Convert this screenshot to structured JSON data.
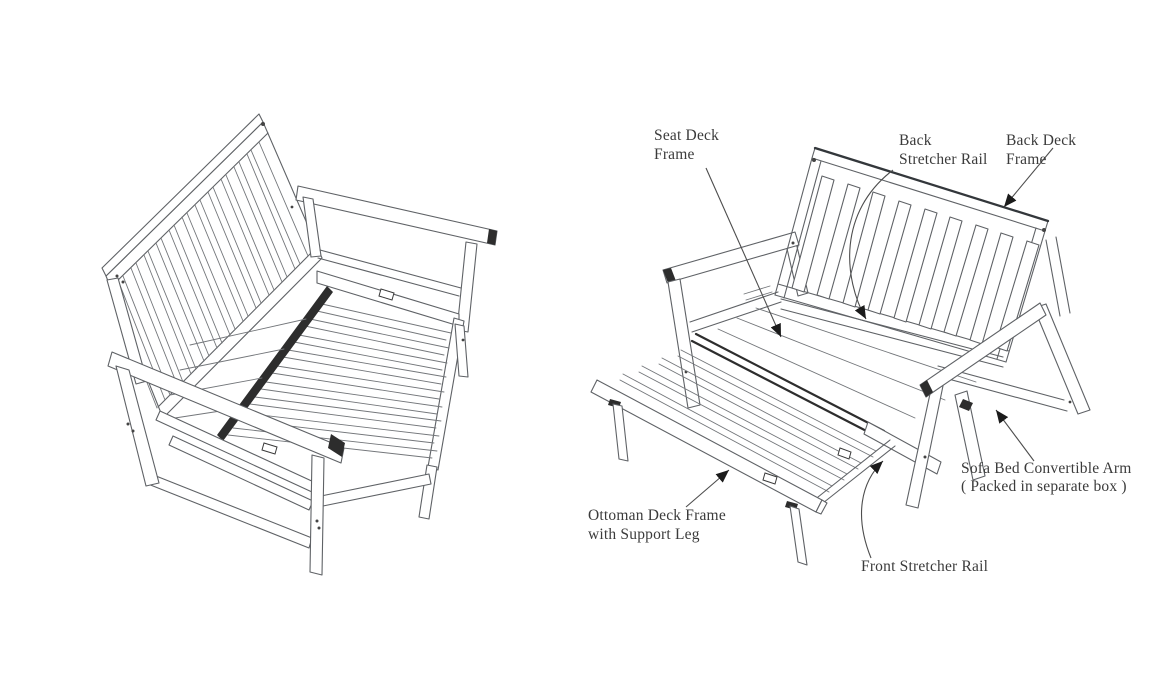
{
  "figure": {
    "subject": "Futon sofa bed frame assembly illustration",
    "background_color": "#ffffff",
    "line_color": "#5f6266",
    "dark_accent_color": "#2d2d2d",
    "text_color": "#3b3b3b",
    "labels": [
      {
        "id": "seat-deck-frame",
        "lines": [
          "Seat Deck",
          "Frame"
        ]
      },
      {
        "id": "back-stretcher-rail",
        "lines": [
          "Back",
          "Stretcher Rail"
        ]
      },
      {
        "id": "back-deck-frame",
        "lines": [
          "Back Deck",
          "Frame"
        ]
      },
      {
        "id": "sofa-bed-convertible-arm",
        "lines": [
          "Sofa Bed Convertible Arm",
          "( Packed in separate box )"
        ]
      },
      {
        "id": "ottoman-deck-frame",
        "lines": [
          "Ottoman Deck Frame",
          "with Support Leg"
        ]
      },
      {
        "id": "front-stretcher-rail",
        "lines": [
          "Front Stretcher Rail"
        ]
      }
    ]
  }
}
